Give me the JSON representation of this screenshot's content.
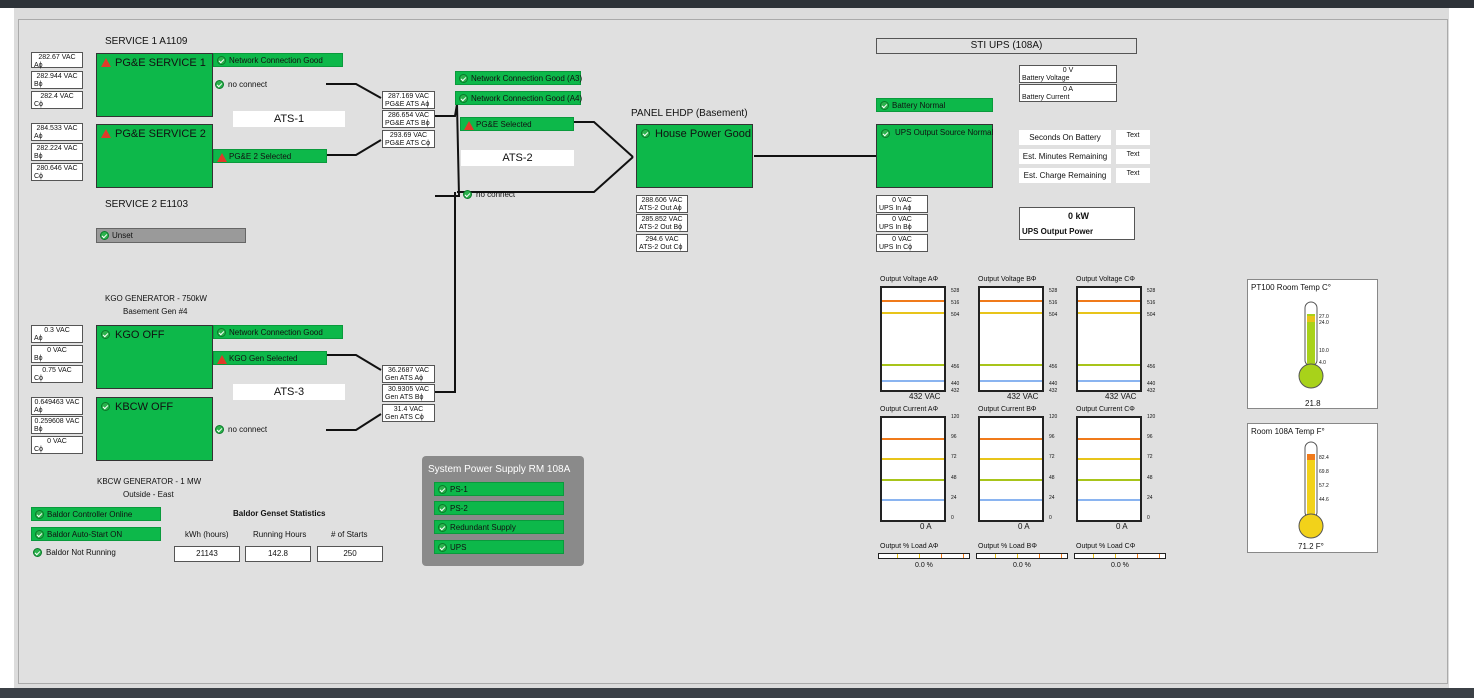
{
  "service1": {
    "title": "SERVICE 1 A1109",
    "box": "PG&E SERVICE 1",
    "net": "Network Connection Good",
    "noconnect": "no connect",
    "v": [
      "282.67 VAC",
      "Aϕ",
      "282.944 VAC",
      "Bϕ",
      "282.4 VAC",
      "Cϕ"
    ]
  },
  "service2": {
    "title": "SERVICE 2 E1103",
    "box": "PG&E SERVICE 2",
    "selected": "PG&E 2 Selected",
    "unset": "Unset",
    "v": [
      "284.533 VAC",
      "Aϕ",
      "282.224 VAC",
      "Bϕ",
      "280.646 VAC",
      "Cϕ"
    ]
  },
  "ats1": {
    "label": "ATS-1",
    "v": [
      "287.169 VAC",
      "PG&E ATS Aϕ",
      "286.654 VAC",
      "PG&E ATS Bϕ",
      "293.69 VAC",
      "PG&E ATS Cϕ"
    ]
  },
  "ats2": {
    "label": "ATS-2",
    "netA3": "Network Connection Good (A3)",
    "netA4": "Network Connection Good (A4)",
    "selected": "PG&E Selected",
    "noconnect": "no connect"
  },
  "panel": {
    "title": "PANEL EHDP (Basement)",
    "box": "House Power Good",
    "v": [
      "288.606 VAC",
      "ATS-2 Out Aϕ",
      "285.852 VAC",
      "ATS-2 Out Bϕ",
      "294.6 VAC",
      "ATS-2 Out Cϕ"
    ]
  },
  "kgo": {
    "title": "KGO GENERATOR - 750kW",
    "subtitle": "Basement Gen #4",
    "box": "KGO OFF",
    "net": "Network Connection Good",
    "selected": "KGO Gen Selected",
    "v": [
      "0.3 VAC",
      "Aϕ",
      "0 VAC",
      "Bϕ",
      "0.75 VAC",
      "Cϕ"
    ]
  },
  "kbcw": {
    "title": "KBCW GENERATOR - 1 MW",
    "subtitle": "Outside - East",
    "box": "KBCW OFF",
    "noconnect": "no connect",
    "v": [
      "0.649463 VAC",
      "Aϕ",
      "0.259608 VAC",
      "Bϕ",
      "0 VAC",
      "Cϕ"
    ]
  },
  "ats3": {
    "label": "ATS-3",
    "v": [
      "36.2687 VAC",
      "Gen ATS Aϕ",
      "30.9305 VAC",
      "Gen ATS Bϕ",
      "31.4 VAC",
      "Gen ATS Cϕ"
    ]
  },
  "baldor": {
    "online": "Baldor Controller Online",
    "autostart": "Baldor Auto-Start ON",
    "notrunning": "Baldor Not Running",
    "stats_title": "Baldor Genset Statistics",
    "h_kwh": "kWh (hours)",
    "h_run": "Running Hours",
    "h_starts": "# of Starts",
    "kwh": "21143",
    "run": "142.8",
    "starts": "250"
  },
  "sps": {
    "title": "System Power Supply RM 108A",
    "items": [
      "PS-1",
      "PS-2",
      "Redundant Supply",
      "UPS"
    ]
  },
  "ups": {
    "title": "STI UPS (108A)",
    "bv": "0 V",
    "bv_l": "Battery Voltage",
    "bc": "0 A",
    "bc_l": "Battery Current",
    "battery": "Battery Normal",
    "source": "UPS Output Source Normal",
    "sec": "Seconds On Battery",
    "min": "Est. Minutes Remaining",
    "charge": "Est. Charge Remaining",
    "text": "Text",
    "kw": "0 kW",
    "kw_l": "UPS Output Power",
    "in": [
      "0 VAC",
      "UPS In Aϕ",
      "0 VAC",
      "UPS In Bϕ",
      "0 VAC",
      "UPS In Cϕ"
    ]
  },
  "gauges": {
    "volt_titles": [
      "Output Voltage AΦ",
      "Output Voltage BΦ",
      "Output Voltage CΦ"
    ],
    "volt_vals": [
      "432 VAC",
      "432 VAC",
      "432 VAC"
    ],
    "volt_ticks": [
      "528",
      "516",
      "504",
      "456",
      "440",
      "432"
    ],
    "cur_titles": [
      "Output Current AΦ",
      "Output Current BΦ",
      "Output Current CΦ"
    ],
    "cur_vals": [
      "0 A",
      "0 A",
      "0 A"
    ],
    "cur_ticks": [
      "120",
      "96",
      "72",
      "48",
      "24",
      "0"
    ],
    "load_titles": [
      "Output % Load AΦ",
      "Output % Load BΦ",
      "Output % Load CΦ"
    ],
    "load_vals": [
      "0.0 %",
      "0.0 %",
      "0.0 %"
    ]
  },
  "temp1": {
    "title": "PT100 Room Temp C°",
    "value": "21.8",
    "ticks": [
      "27.0",
      "24.0",
      "10.0",
      "4.0"
    ],
    "level": 21.8
  },
  "temp2": {
    "title": "Room 108A Temp F°",
    "value": "71.2 F°",
    "ticks": [
      "82.4",
      "69.8",
      "57.2",
      "44.6"
    ],
    "level": 71.2
  },
  "colors": {
    "green": "#0db84a",
    "red": "#e03a2a",
    "orange": "#f07a1a",
    "yellow": "#e8c41a",
    "olive": "#a8c41a",
    "blue": "#8ab4f0"
  }
}
